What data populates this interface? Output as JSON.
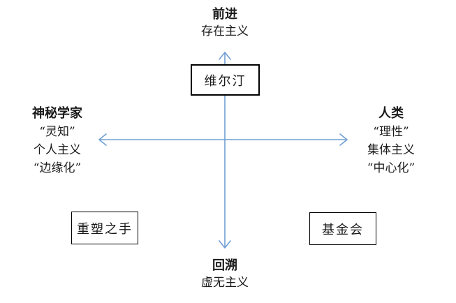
{
  "axes": {
    "color": "#6f9fd3",
    "up": {
      "title": "前进",
      "subtitle": "存在主义"
    },
    "down": {
      "title": "回溯",
      "subtitle": "虚无主义"
    },
    "left": {
      "title": "神秘学家",
      "lines": [
        "“灵知”",
        "个人主义",
        "“边缘化”"
      ]
    },
    "right": {
      "title": "人类",
      "lines": [
        "“理性”",
        "集体主义",
        "“中心化”"
      ]
    }
  },
  "boxes": {
    "verdin": "维尔汀",
    "hand_of_reshaping": "重塑之手",
    "foundation": "基金会"
  }
}
